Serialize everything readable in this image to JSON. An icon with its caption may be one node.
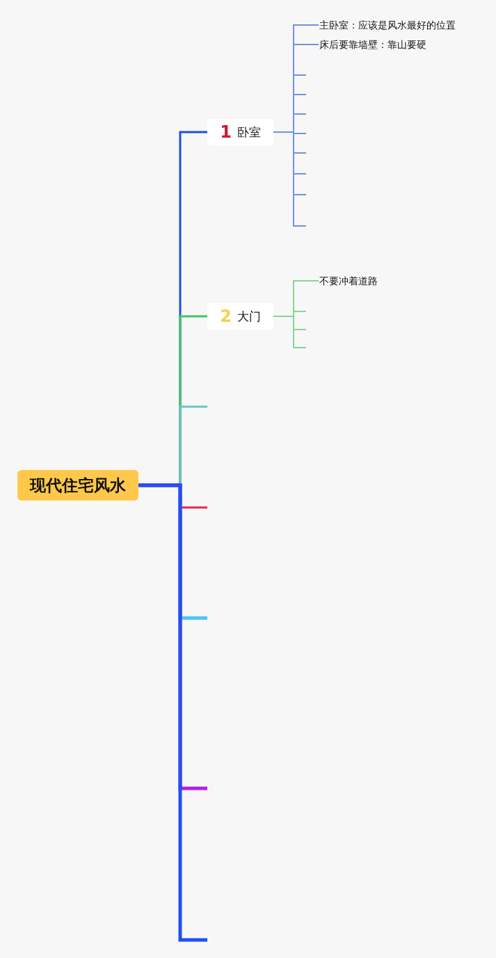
{
  "diagram": {
    "nodes": [
      {
        "text": [
          "现代住宅风水"
        ]
      },
      {
        "text": [
          "1",
          "卧室"
        ]
      },
      {
        "text": [
          "主卧室：应该是风水最好的位置"
        ]
      },
      {
        "text": [
          "床后要靠墙壁：靠山要硬"
        ]
      },
      {
        "text": [
          "2",
          "大门"
        ]
      },
      {
        "text": [
          "不要冲着道路"
        ]
      }
    ],
    "edges": [
      {
        "from": 0,
        "to": 1,
        "arrow": "none",
        "color": "#1d4fe8"
      },
      {
        "from": 1,
        "to": 2,
        "arrow": "none",
        "color": "#7092e0"
      },
      {
        "from": 1,
        "to": 3,
        "arrow": "none",
        "color": "#7092e0"
      },
      {
        "from": 1,
        "to": null,
        "arrow": "none",
        "color": "#7092e0"
      },
      {
        "from": 1,
        "to": null,
        "arrow": "none",
        "color": "#7092e0"
      },
      {
        "from": 1,
        "to": null,
        "arrow": "none",
        "color": "#7092e0"
      },
      {
        "from": 1,
        "to": null,
        "arrow": "none",
        "color": "#7092e0"
      },
      {
        "from": 1,
        "to": null,
        "arrow": "none",
        "color": "#7092e0"
      },
      {
        "from": 1,
        "to": null,
        "arrow": "none",
        "color": "#7092e0"
      },
      {
        "from": 1,
        "to": null,
        "arrow": "none",
        "color": "#7092e0"
      },
      {
        "from": 1,
        "to": null,
        "arrow": "none",
        "color": "#7092e0"
      },
      {
        "from": 0,
        "to": 4,
        "arrow": "none",
        "color": "#3ec65b"
      },
      {
        "from": 4,
        "to": 5,
        "arrow": "none",
        "color": "#86d694"
      },
      {
        "from": 4,
        "to": null,
        "arrow": "none",
        "color": "#86d694"
      },
      {
        "from": 4,
        "to": null,
        "arrow": "none",
        "color": "#86d694"
      },
      {
        "from": 4,
        "to": null,
        "arrow": "none",
        "color": "#86d694"
      },
      {
        "from": 0,
        "to": null,
        "arrow": "none",
        "color": "#6fc3b5"
      },
      {
        "from": 0,
        "to": null,
        "arrow": "none",
        "color": "#e8254b"
      },
      {
        "from": 0,
        "to": null,
        "arrow": "none",
        "style": "thick",
        "color": "#4cc3f5"
      },
      {
        "from": 0,
        "to": null,
        "arrow": "none",
        "style": "thick",
        "color": "#b120ee"
      },
      {
        "from": 0,
        "to": null,
        "arrow": "none",
        "style": "thick",
        "color": "#1f4ff5"
      }
    ]
  }
}
